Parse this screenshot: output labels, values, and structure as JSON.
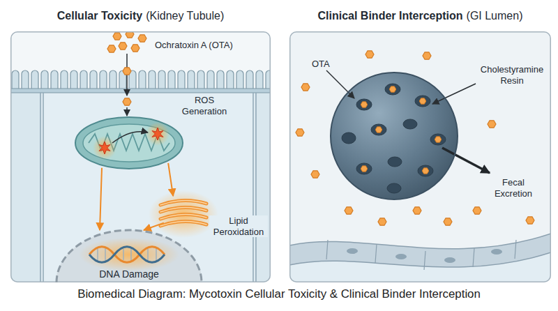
{
  "diagram": {
    "caption": "Biomedical Diagram: Mycotoxin Cellular Toxicity & Clinical Binder Interception",
    "nodes": [
      {
        "text": [
          "Cellular Toxicity",
          "(Kidney Tubule)"
        ]
      },
      {
        "text": [
          "ROS Generation"
        ],
        "in": 0
      },
      {
        "text": [
          "Lipid Peroxidation"
        ],
        "in": 0
      },
      {
        "text": [
          "DNA Damage"
        ],
        "in": 0
      },
      {
        "text": [
          "Clinical Binder Interception",
          "(GI Lumen)"
        ]
      },
      {
        "text": [
          "Cholestyramine Resin"
        ],
        "in": 4
      }
    ],
    "edges": [
      {
        "from": 1,
        "to": 3,
        "arrow": "to"
      },
      {
        "from": 1,
        "to": 2,
        "arrow": "to"
      },
      {
        "from": 2,
        "to": 3,
        "arrow": "to"
      }
    ],
    "labels": [
      "Ochratoxin A (OTA)",
      "OTA",
      "Fecal Excretion"
    ]
  }
}
